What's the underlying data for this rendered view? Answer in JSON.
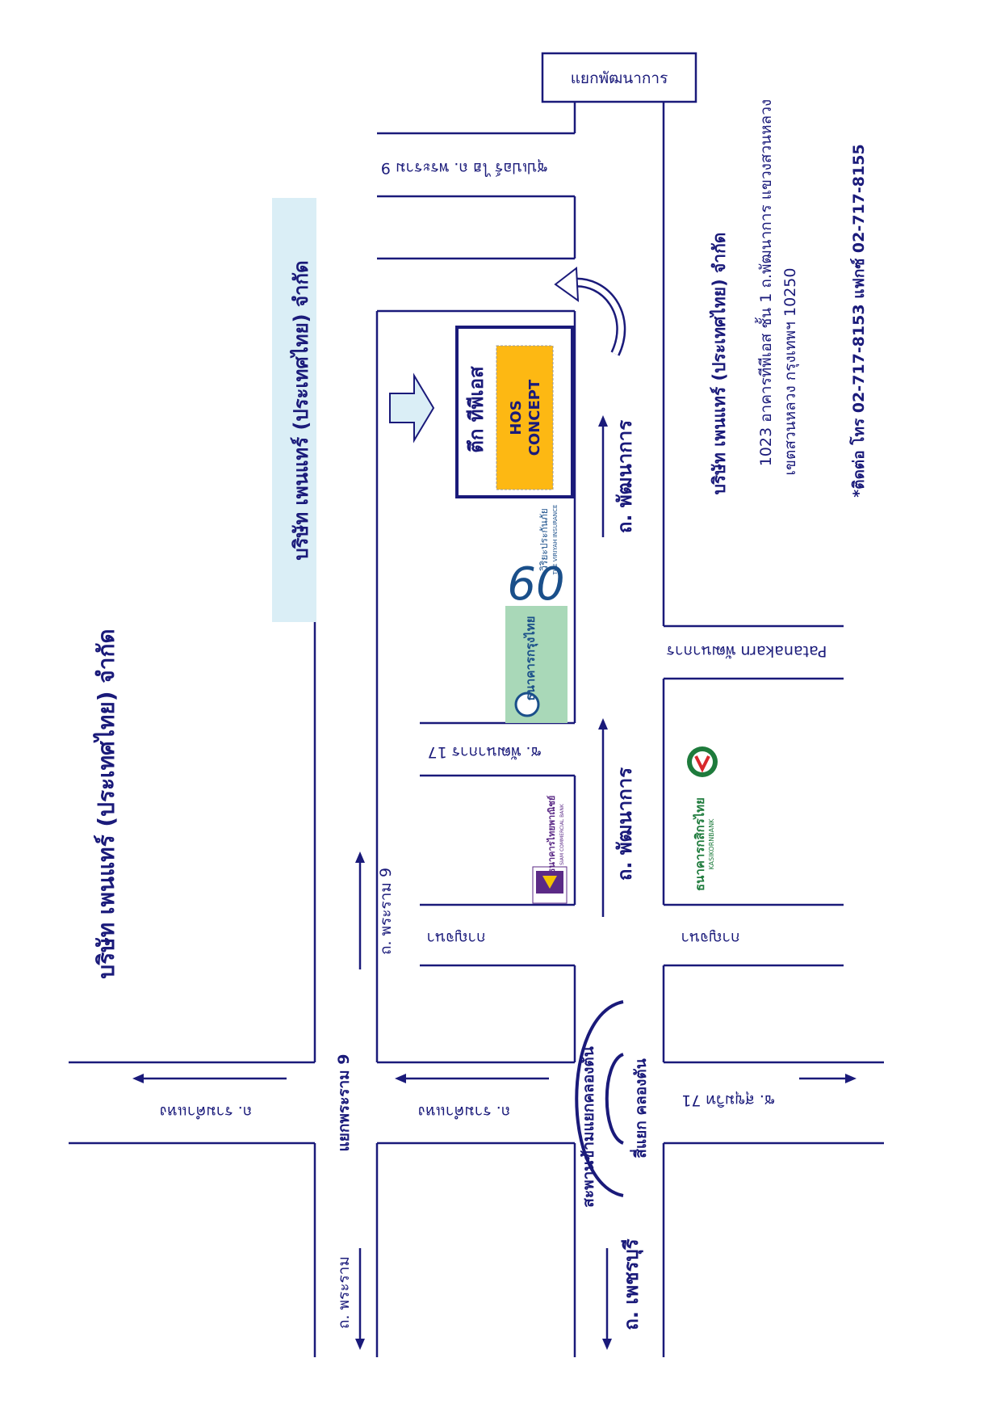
{
  "title": "บริษัท เพนแทร์ (ประเทศไทย) จำกัด",
  "company_banner": "บริษัท เพนแทร์ (ประเทศไทย) จำกัด",
  "landmark_top": "แยกพัฒนาการ",
  "building": {
    "name": "ตึก ทีพีเอส",
    "tenant_line1": "HOS",
    "tenant_line2": "CONCEPT"
  },
  "roads": {
    "pattanakarn_upper": "ถ. พัฒนาการ",
    "pattanakarn_lower": "ถ. พัฒนาการ",
    "soi_rama9": "ซุปเปอร์ ไฮ ถ. พระราม 9",
    "soi_pattanakarn17": "ซ. พัฒนาการ 17",
    "patanakarn_en": "Patanakarn พัฒนาการ",
    "kanjana_left": "กาญจนา",
    "kanjana_right": "กาญจนา",
    "rama9_arrow": "ถ. พระราม 9",
    "rama9_junction": "แยกพระราม 9",
    "rama_left": "ถ. พระราม",
    "ramkhamhaeng_1": "ถ. รามคำแหง",
    "ramkhamhaeng_2": "ถ. รามคำแหง",
    "sukhumvit71": "ซ. สุขุมวิท 71",
    "khlongton_bridge": "สะพานข้ามแยกคลองตัน",
    "khlongton_junction": "สี่แยก คลองตัน",
    "petchaburi": "ถ. เพชรบุรี"
  },
  "banks": {
    "krungthai": "ธนาคารกรุงไทย",
    "viriyah": "วิริยะประกันภัย",
    "viriyah_en": "THE VIRIYAH INSURANCE",
    "siam_commercial": "ธนาคารไทยพาณิชย์",
    "siam_commercial_en": "SIAM COMMERCIAL BANK",
    "kasikorn": "ธนาคารกสิกรไทย",
    "kasikorn_en": "KASIKORNBANK"
  },
  "address": {
    "company": "บริษัท เพนแทร์ (ประเทศไทย) จำกัด",
    "line1": "1023 อาคารทีพีเอส ชั้น 1 ถ.พัฒนาการ แขวงสวนหลวง",
    "line2": "เขตสวนหลวง กรุงเทพฯ 10250",
    "contact": "*ติดต่อ โทร 02-717-8153 แฟกซ์ 02-717-8155"
  },
  "colors": {
    "road": "#1a1a7a",
    "banner_bg": "#daeef6",
    "hos_fill": "#fdb813",
    "krungthai_green": "#a9d8b8",
    "scb_purple": "#5b2a86",
    "kbank_green": "#1e7b3c",
    "kbank_red": "#d8282c"
  }
}
